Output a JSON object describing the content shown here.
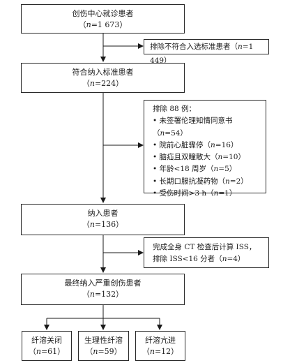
{
  "box1": {
    "title": "创伤中心就诊患者",
    "count": "（n=1 673）"
  },
  "exclude1": "排除不符合入选标准患者（n=1 449）",
  "box2": {
    "title": "符合纳入标准患者",
    "count": "（n=224）"
  },
  "exclude2": {
    "title": "排除 88 例：",
    "items": [
      "• 未签署伦理知情同意书（n=54）",
      "• 院前心脏骤停（n=16）",
      "• 脑疝且双瞳散大（n=10）",
      "• 年龄<18 周岁（n=5）",
      "• 长期口服抗凝药物（n=2）",
      "• 受伤时间>3 h（n=1）"
    ]
  },
  "box3": {
    "title": "纳入患者",
    "count": "（n=136）"
  },
  "exclude3": {
    "line1": "完成全身 CT 检查后计算 ISS，",
    "line2": "排除 ISS<16 分者（n=4）"
  },
  "box4": {
    "title": "最终纳入严重创伤患者",
    "count": "（n=132）"
  },
  "groups": [
    {
      "title": "纤溶关闭",
      "count": "（n=61）"
    },
    {
      "title": "生理性纤溶",
      "count": "（n=59）"
    },
    {
      "title": "纤溶亢进",
      "count": "（n=12）"
    }
  ]
}
